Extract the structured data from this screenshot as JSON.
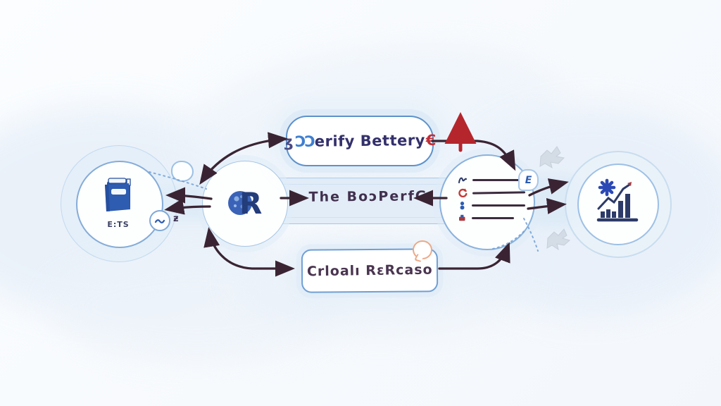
{
  "diagram": {
    "source_node": {
      "label": "E:TS",
      "icon": "book-icon",
      "badge_icon": "wave-scribble-icon",
      "side_glyph": "ƶ"
    },
    "engine_node": {
      "icon": "r-logo-icon",
      "glyph": "R"
    },
    "verify_box": {
      "prefix": "ʒ",
      "orbs": "ƆƆ",
      "main": "erify Bettery",
      "suffix": "€"
    },
    "perf_label": "The BoɔPerfG",
    "release_box": {
      "label": "Crloalı RεRcaso",
      "bubble_icon": "speech-bubble-icon"
    },
    "checklist_node": {
      "badge_glyph": "E",
      "row_icons": [
        "scribble-icon",
        "refresh-cycle-icon",
        "person-icon",
        "flag-icon"
      ],
      "row_count": 4
    },
    "results_node": {
      "icon": "bar-chart-icon",
      "accent_icon": "starburst-icon"
    }
  },
  "colors": {
    "node_border": "#8ab2dc",
    "box_border": "#5d92cc",
    "arrow_dark": "#3a2433",
    "arrow_red": "#b5262c",
    "band_fill": "#e3edf8",
    "icon_blue": "#2d5cb0",
    "icon_navy": "#2c3a68",
    "peach": "#eba987",
    "text_dark": "#3c2f55",
    "text_blue": "#3f7fd0",
    "text_red": "#c0303a"
  }
}
